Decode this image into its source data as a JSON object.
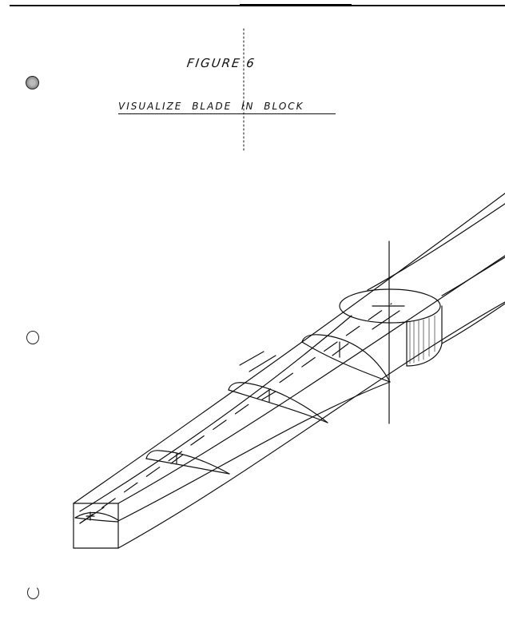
{
  "figure": {
    "label": "FIGURE 6",
    "caption": "VISUALIZE BLADE IN BLOCK"
  },
  "binder_holes": [
    {
      "position": "top",
      "style": "shaded"
    },
    {
      "position": "middle",
      "style": "open"
    },
    {
      "position": "bottom",
      "style": "open"
    }
  ],
  "drawing": {
    "subject": "propeller blade inside rectangular block",
    "airfoil_sections": 4,
    "hub": "cylindrical hub with vertical axis line",
    "colors": {
      "ink": "#111111",
      "paper": "#ffffff"
    }
  }
}
